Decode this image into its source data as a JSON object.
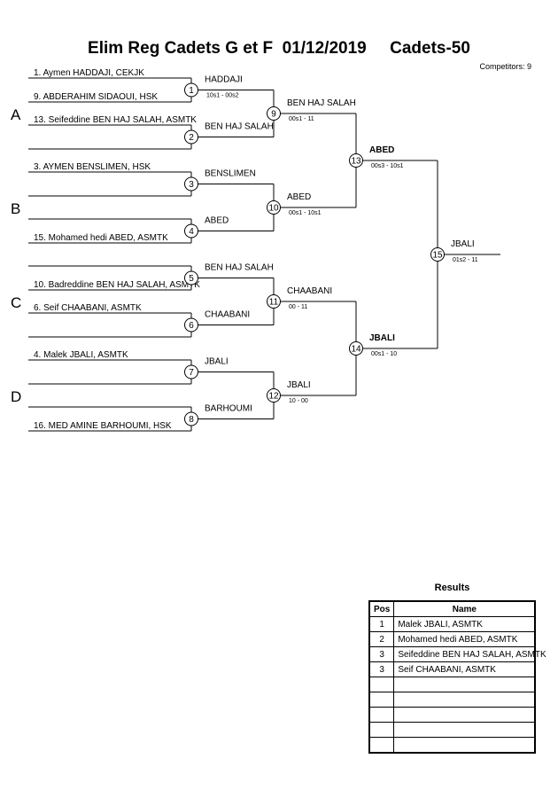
{
  "header": {
    "title": "Elim Reg Cadets G et F  01/12/2019     Cadets-50",
    "competitors": "Competitors: 9"
  },
  "pools": [
    "A",
    "B",
    "C",
    "D"
  ],
  "entries": [
    "1. Aymen HADDAJI, CEKJK",
    "9. ABDERAHIM SIDAOUI, HSK",
    "13. Seifeddine BEN HAJ SALAH, ASMTK",
    "",
    "3. AYMEN BENSLIMEN, HSK",
    "",
    "",
    "15. Mohamed hedi ABED, ASMTK",
    "",
    "10. Badreddine BEN HAJ SALAH, ASMTK",
    "6. Seif CHAABANI, ASMTK",
    "",
    "4. Malek JBALI, ASMTK",
    "",
    "",
    "16. MED AMINE BARHOUMI, HSK"
  ],
  "matches": [
    {
      "num": "1",
      "winner": "HADDAJI",
      "score": "10s1 - 00s2",
      "bold": false
    },
    {
      "num": "2",
      "winner": "BEN HAJ SALAH",
      "score": "",
      "bold": false
    },
    {
      "num": "3",
      "winner": "BENSLIMEN",
      "score": "",
      "bold": false
    },
    {
      "num": "4",
      "winner": "ABED",
      "score": "",
      "bold": false
    },
    {
      "num": "5",
      "winner": "BEN HAJ SALAH",
      "score": "",
      "bold": false
    },
    {
      "num": "6",
      "winner": "CHAABANI",
      "score": "",
      "bold": false
    },
    {
      "num": "7",
      "winner": "JBALI",
      "score": "",
      "bold": false
    },
    {
      "num": "8",
      "winner": "BARHOUMI",
      "score": "",
      "bold": false
    },
    {
      "num": "9",
      "winner": "BEN HAJ SALAH",
      "score": "00s1 - 11",
      "bold": false
    },
    {
      "num": "10",
      "winner": "ABED",
      "score": "00s1 - 10s1",
      "bold": false
    },
    {
      "num": "11",
      "winner": "CHAABANI",
      "score": "00 - 11",
      "bold": false
    },
    {
      "num": "12",
      "winner": "JBALI",
      "score": "10 - 00",
      "bold": false
    },
    {
      "num": "13",
      "winner": "ABED",
      "score": "00s3 - 10s1",
      "bold": true
    },
    {
      "num": "14",
      "winner": "JBALI",
      "score": "00s1 - 10",
      "bold": true
    },
    {
      "num": "15",
      "winner": "JBALI",
      "score": "01s2 - 11",
      "bold": false
    }
  ],
  "results": {
    "title": "Results",
    "headers": {
      "pos": "Pos",
      "name": "Name"
    },
    "rows": [
      {
        "pos": "1",
        "name": "Malek JBALI, ASMTK"
      },
      {
        "pos": "2",
        "name": "Mohamed hedi ABED, ASMTK"
      },
      {
        "pos": "3",
        "name": "Seifeddine BEN HAJ SALAH, ASMTK"
      },
      {
        "pos": "3",
        "name": "Seif CHAABANI, ASMTK"
      },
      {
        "pos": "",
        "name": ""
      },
      {
        "pos": "",
        "name": ""
      },
      {
        "pos": "",
        "name": ""
      },
      {
        "pos": "",
        "name": ""
      },
      {
        "pos": "",
        "name": ""
      }
    ]
  }
}
